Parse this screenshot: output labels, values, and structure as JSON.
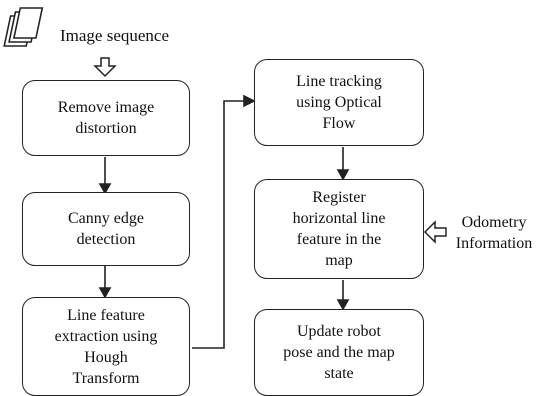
{
  "diagram": {
    "input_label": "Image sequence",
    "side_input_label": "Odometry\nInformation",
    "boxes": {
      "remove_distortion": "Remove image\ndistortion",
      "canny": "Canny edge\ndetection",
      "hough": "Line feature\nextraction using\nHough\nTransform",
      "line_tracking": "Line tracking\nusing Optical\nFlow",
      "register": "Register\nhorizontal line\nfeature in the\nmap",
      "update": "Update robot\npose and the map\nstate"
    },
    "icons": [
      "image-sequence-icon",
      "hollow-arrow-down-icon",
      "hollow-arrow-left-icon"
    ]
  }
}
